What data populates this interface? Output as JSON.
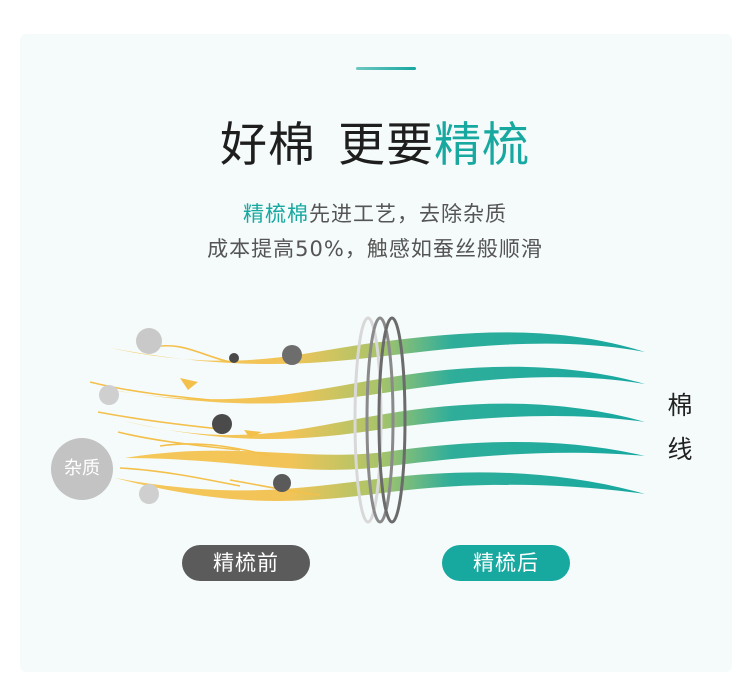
{
  "title": {
    "main": "好棉",
    "gap": " ",
    "part2": "更要",
    "highlight": "精梳"
  },
  "subtitle": {
    "line1_highlight": "精梳棉",
    "line1_rest": "先进工艺，去除杂质",
    "line2": "成本提高50%，触感如蚕丝般顺滑"
  },
  "impurity_label": "杂质",
  "side_label": {
    "line1": "棉",
    "line2": "线"
  },
  "badges": {
    "before": "精梳前",
    "after": "精梳后"
  },
  "colors": {
    "accent": "#17a8a0",
    "yellow_fiber": "#f4c04c",
    "before_badge": "#5b5b5b",
    "impurity": "#c3c3c3"
  },
  "icons": [
    "comb-rings-icon",
    "impurity-dot-icon"
  ]
}
